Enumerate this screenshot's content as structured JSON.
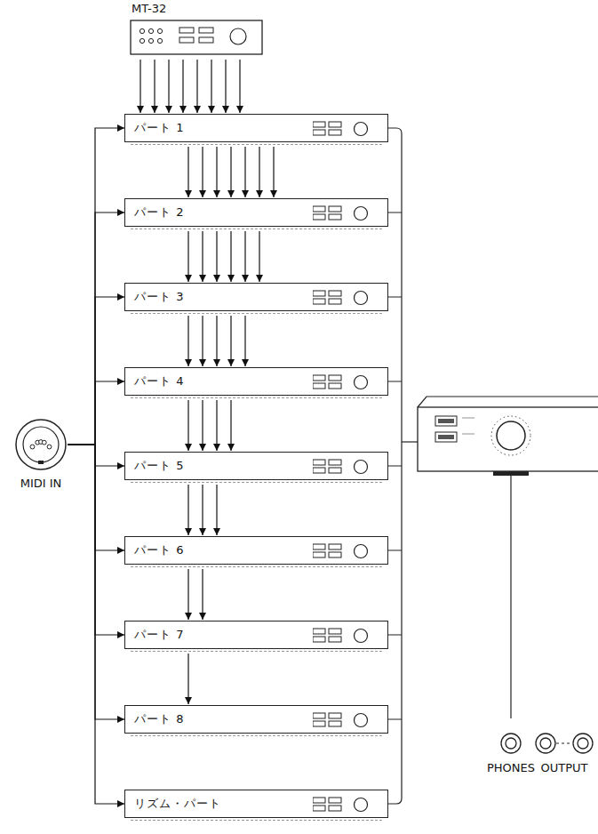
{
  "diagram": {
    "nodes": [
      {
        "text": [
          "MT-32"
        ]
      },
      {
        "text": [
          "パート 1"
        ]
      },
      {
        "text": [
          "パート 2"
        ]
      },
      {
        "text": [
          "パート 3"
        ]
      },
      {
        "text": [
          "パート 4"
        ]
      },
      {
        "text": [
          "パート 5"
        ]
      },
      {
        "text": [
          "パート 6"
        ]
      },
      {
        "text": [
          "パート 7"
        ]
      },
      {
        "text": [
          "パート 8"
        ]
      },
      {
        "text": [
          "リズム・パート"
        ]
      },
      {
        "text": [
          "MIDI IN"
        ]
      },
      {
        "text": [
          "PHONES"
        ]
      },
      {
        "text": [
          "OUTPUT"
        ]
      }
    ],
    "edges": [
      {
        "from": 0,
        "to": 1,
        "arrow": "to"
      },
      {
        "from": 1,
        "to": 2,
        "arrow": "to"
      },
      {
        "from": 2,
        "to": 3,
        "arrow": "to"
      },
      {
        "from": 3,
        "to": 4,
        "arrow": "to"
      },
      {
        "from": 4,
        "to": 5,
        "arrow": "to"
      },
      {
        "from": 5,
        "to": 6,
        "arrow": "to"
      },
      {
        "from": 6,
        "to": 7,
        "arrow": "to"
      },
      {
        "from": 7,
        "to": 8,
        "arrow": "to"
      },
      {
        "from": 10,
        "to": 1,
        "arrow": "to"
      },
      {
        "from": 10,
        "to": 2,
        "arrow": "to"
      },
      {
        "from": 10,
        "to": 3,
        "arrow": "to"
      },
      {
        "from": 10,
        "to": 4,
        "arrow": "to"
      },
      {
        "from": 10,
        "to": 5,
        "arrow": "to"
      },
      {
        "from": 10,
        "to": 6,
        "arrow": "to"
      },
      {
        "from": 10,
        "to": 7,
        "arrow": "to"
      },
      {
        "from": 10,
        "to": 8,
        "arrow": "to"
      },
      {
        "from": 10,
        "to": 9,
        "arrow": "to"
      }
    ]
  }
}
